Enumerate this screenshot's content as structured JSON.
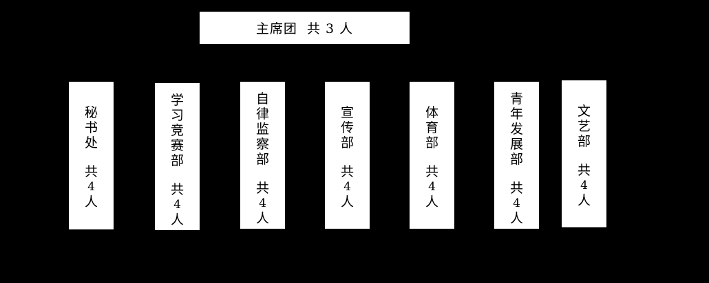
{
  "presidium": {
    "label": "主席团  共 3 人"
  },
  "departments": [
    {
      "name": "秘书处",
      "count_prefix": "共",
      "count": "4",
      "count_suffix": "人"
    },
    {
      "name": "学习竞赛部",
      "count_prefix": "共",
      "count": "4",
      "count_suffix": "人"
    },
    {
      "name": "自律监察部",
      "count_prefix": "共",
      "count": "4",
      "count_suffix": "人"
    },
    {
      "name": "宣传部",
      "count_prefix": "共",
      "count": "4",
      "count_suffix": "人"
    },
    {
      "name": "体育部",
      "count_prefix": "共",
      "count": "4",
      "count_suffix": "人"
    },
    {
      "name": "青年发展部",
      "count_prefix": "共",
      "count": "4",
      "count_suffix": "人"
    },
    {
      "name": "文艺部",
      "count_prefix": "共",
      "count": "4",
      "count_suffix": "人"
    }
  ],
  "colors": {
    "background": "#000000",
    "box_fill": "#ffffff",
    "text": "#000000"
  }
}
